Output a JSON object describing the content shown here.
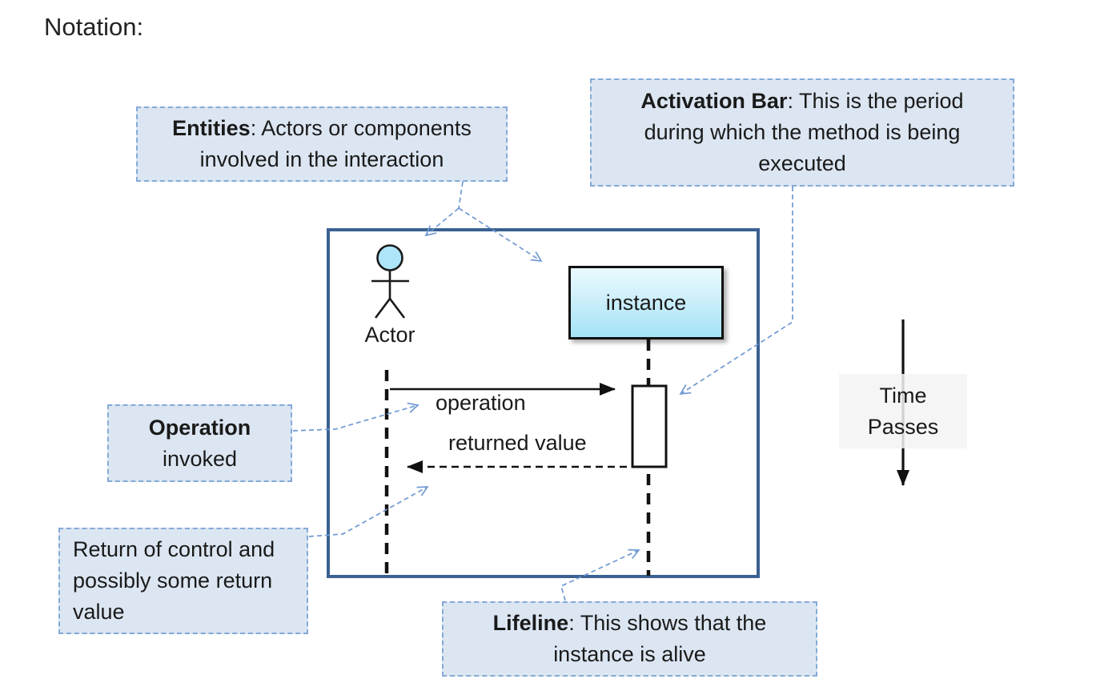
{
  "title": "Notation:",
  "callouts": {
    "entities": {
      "term": "Entities",
      "rest": ":  Actors or components\ninvolved in the interaction"
    },
    "activation_bar": {
      "term": "Activation Bar",
      "rest": ": This is the period\nduring which the method is being\nexecuted"
    },
    "operation_invoked": {
      "term": "Operation",
      "rest": "invoked"
    },
    "return_of_control": {
      "text": "Return of control and\npossibly some return\nvalue"
    },
    "lifeline": {
      "term": "Lifeline",
      "rest": ": This shows that the\ninstance is alive"
    }
  },
  "diagram": {
    "actor_label": "Actor",
    "instance_label": "instance",
    "operation_label": "operation",
    "returned_value_label": "returned value",
    "time_label": "Time\nPasses"
  },
  "colors": {
    "callout_fill": "#dce6f2",
    "callout_border": "#85a9d8",
    "connector_blue": "#6f9ad3",
    "frame_border": "#3a6191",
    "instance_gradient_top": "#eafafd",
    "instance_gradient_bottom": "#a3e3f6",
    "actor_head_fill": "#aee5f8",
    "ink": "#1a1a1a"
  }
}
